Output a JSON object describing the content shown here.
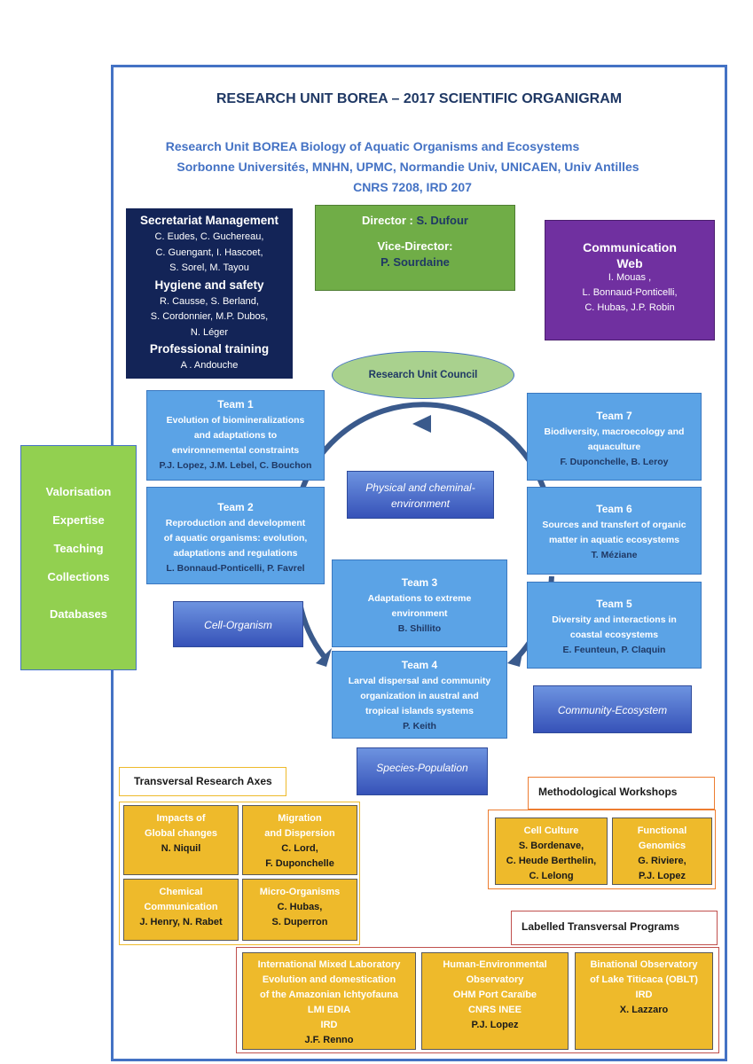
{
  "title": "RESEARCH UNIT BOREA – 2017 SCIENTIFIC ORGANIGRAM",
  "subtitle_lines": [
    "Research Unit BOREA Biology of Aquatic Organisms and Ecosystems",
    "Sorbonne Universités, MNHN, UPMC, Normandie Univ, UNICAEN, Univ Antilles",
    "CNRS 7208, IRD 207"
  ],
  "secretariat": {
    "management_title": "Secretariat Management",
    "management_lines": [
      "C. Eudes, C. Guchereau,",
      "C. Guengant, I. Hascoet,",
      "S. Sorel, M. Tayou"
    ],
    "hygiene_title": "Hygiene and safety",
    "hygiene_lines": [
      "R. Causse, S. Berland,",
      "S. Cordonnier, M.P. Dubos,",
      "N. Léger"
    ],
    "training_title": "Professional training",
    "training_lines": [
      "A . Andouche"
    ]
  },
  "direction": {
    "director_label": "Director :",
    "director_name": "S. Dufour",
    "vice_label": "Vice-Director:",
    "vice_name": "P. Sourdaine"
  },
  "communication": {
    "title": "Communication",
    "subtitle": "Web",
    "lines": [
      "I. Mouas ,",
      "L. Bonnaud-Ponticelli,",
      "C. Hubas, J.P. Robin"
    ]
  },
  "council": "Research Unit Council",
  "valorisation": [
    "Valorisation",
    "Expertise",
    "Teaching",
    "Collections",
    "Databases"
  ],
  "teams": {
    "team1": {
      "name": "Team 1",
      "lines": [
        "Evolution of biomineralizations",
        "and adaptations to",
        "environnemental constraints"
      ],
      "members": "P.J. Lopez, J.M. Lebel, C. Bouchon"
    },
    "team2": {
      "name": "Team 2",
      "lines": [
        "Reproduction and development",
        "of aquatic organisms: evolution,",
        "adaptations and regulations"
      ],
      "members": "L. Bonnaud-Ponticelli, P. Favrel"
    },
    "team3": {
      "name": "Team 3",
      "lines": [
        "Adaptations to extreme",
        "environment"
      ],
      "members": "B. Shillito"
    },
    "team4": {
      "name": "Team 4",
      "lines": [
        "Larval dispersal and community",
        "organization in austral and",
        "tropical islands systems"
      ],
      "members": "P. Keith"
    },
    "team5": {
      "name": "Team 5",
      "lines": [
        "Diversity and interactions in",
        "coastal ecosystems"
      ],
      "members": "E. Feunteun, P. Claquin"
    },
    "team6": {
      "name": "Team 6",
      "lines": [
        "Sources and transfert of organic",
        "matter in aquatic ecosystems"
      ],
      "members": "T. Méziane"
    },
    "team7": {
      "name": "Team 7",
      "lines": [
        "Biodiversity, macroecology and",
        "aquaculture"
      ],
      "members": "F. Duponchelle, B. Leroy"
    }
  },
  "scales": {
    "physical": [
      "Physical and cheminal-",
      "environment"
    ],
    "cell": "Cell-Organism",
    "community": "Community-Ecosystem",
    "species": "Species-Population"
  },
  "axes": {
    "header": "Transversal Research Axes",
    "items": [
      {
        "title_lines": [
          "Impacts of",
          "Global changes"
        ],
        "people_lines": [
          "N. Niquil"
        ]
      },
      {
        "title_lines": [
          "Migration",
          "and Dispersion"
        ],
        "people_lines": [
          "C. Lord,",
          "F. Duponchelle"
        ]
      },
      {
        "title_lines": [
          "Chemical",
          "Communication"
        ],
        "people_lines": [
          "J. Henry, N. Rabet"
        ]
      },
      {
        "title_lines": [
          "Micro-Organisms"
        ],
        "people_lines": [
          "C. Hubas,",
          "S. Duperron"
        ]
      }
    ]
  },
  "workshops": {
    "header": "Methodological Workshops",
    "items": [
      {
        "title_lines": [
          "Cell Culture"
        ],
        "people_lines": [
          "S. Bordenave,",
          "C. Heude Berthelin,",
          "C. Lelong"
        ]
      },
      {
        "title_lines": [
          "Functional",
          "Genomics"
        ],
        "people_lines": [
          "G. Riviere,",
          "P.J. Lopez"
        ]
      }
    ]
  },
  "programs": {
    "header": "Labelled Transversal Programs",
    "items": [
      {
        "title_lines": [
          "International Mixed Laboratory",
          "Evolution and domestication",
          "of the Amazonian Ichtyofauna",
          "LMI EDIA",
          "IRD"
        ],
        "people_lines": [
          "J.F. Renno"
        ]
      },
      {
        "title_lines": [
          "Human-Environmental",
          "Observatory",
          "OHM Port Caraïbe",
          "CNRS INEE"
        ],
        "people_lines": [
          "P.J. Lopez"
        ]
      },
      {
        "title_lines": [
          "Binational Observatory",
          "of Lake Titicaca (OBLT)",
          "IRD"
        ],
        "people_lines": [
          "X. Lazzaro"
        ]
      }
    ]
  },
  "colors": {
    "frame": "#4472c4",
    "navy": "#132457",
    "green": "#70ad47",
    "purple": "#7030a0",
    "team_blue": "#5ba3e6",
    "cycle_arrow": "#3a5a8c",
    "yellow": "#eeba2b",
    "valorisation_green": "#92d050"
  }
}
